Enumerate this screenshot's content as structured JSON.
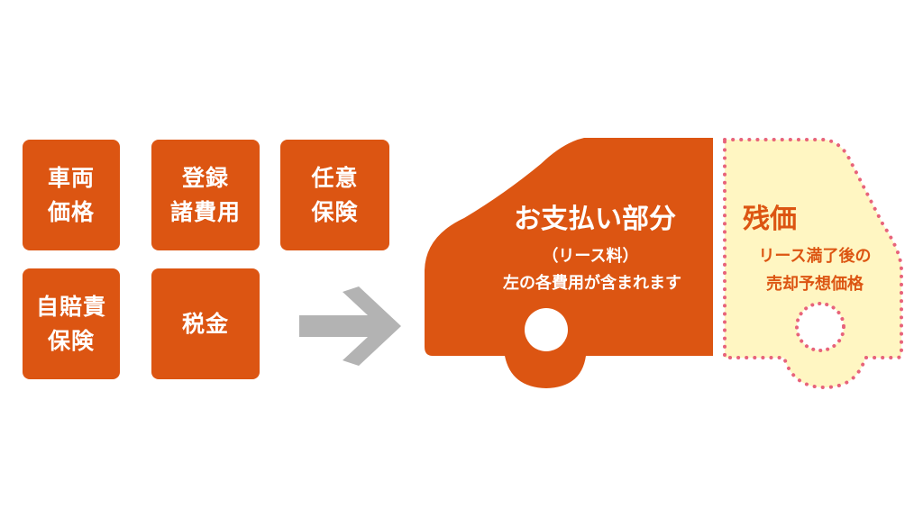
{
  "cost_items": [
    {
      "lines": [
        "車両",
        "価格"
      ]
    },
    {
      "lines": [
        "登録",
        "諸費用"
      ]
    },
    {
      "lines": [
        "任意",
        "保険"
      ]
    },
    {
      "lines": [
        "自賠責",
        "保険"
      ]
    },
    {
      "lines": [
        "税金"
      ]
    }
  ],
  "payment": {
    "title": "お支払い部分",
    "subtitle": "（リース料）",
    "note": "左の各費用が含まれます"
  },
  "residual": {
    "title": "残価",
    "line1": "リース満了後の",
    "line2": "売却予想価格"
  },
  "colors": {
    "orange": "#dc5512",
    "yellow": "#fff6c2",
    "dots": "#e8637a",
    "arrow": "#b3b3b3"
  }
}
